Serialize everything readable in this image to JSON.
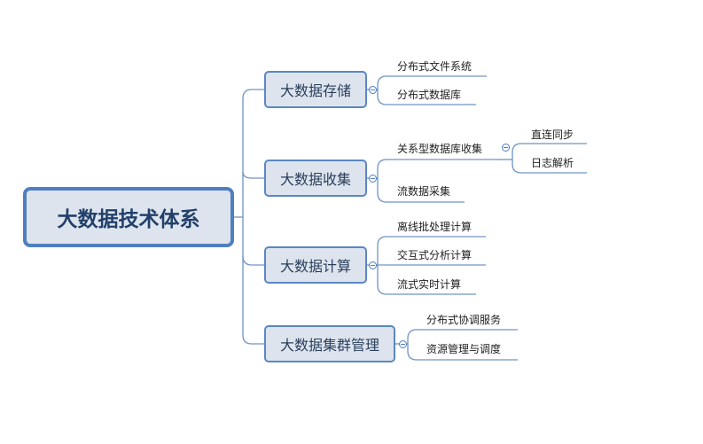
{
  "root": {
    "label": "大数据技术体系"
  },
  "branches": [
    {
      "label": "大数据存储",
      "children": [
        "分布式文件系统",
        "分布式数据库"
      ]
    },
    {
      "label": "大数据收集",
      "children": [
        "关系型数据库收集",
        "流数据采集"
      ],
      "subchildren": [
        "直连同步",
        "日志解析"
      ]
    },
    {
      "label": "大数据计算",
      "children": [
        "离线批处理计算",
        "交互式分析计算",
        "流式实时计算"
      ]
    },
    {
      "label": "大数据集群管理",
      "children": [
        "分布式协调服务",
        "资源管理与调度"
      ]
    }
  ],
  "colors": {
    "line": "#5a87c2",
    "box_fill": "#dde4ee",
    "root_border": "#4f7fc0"
  }
}
